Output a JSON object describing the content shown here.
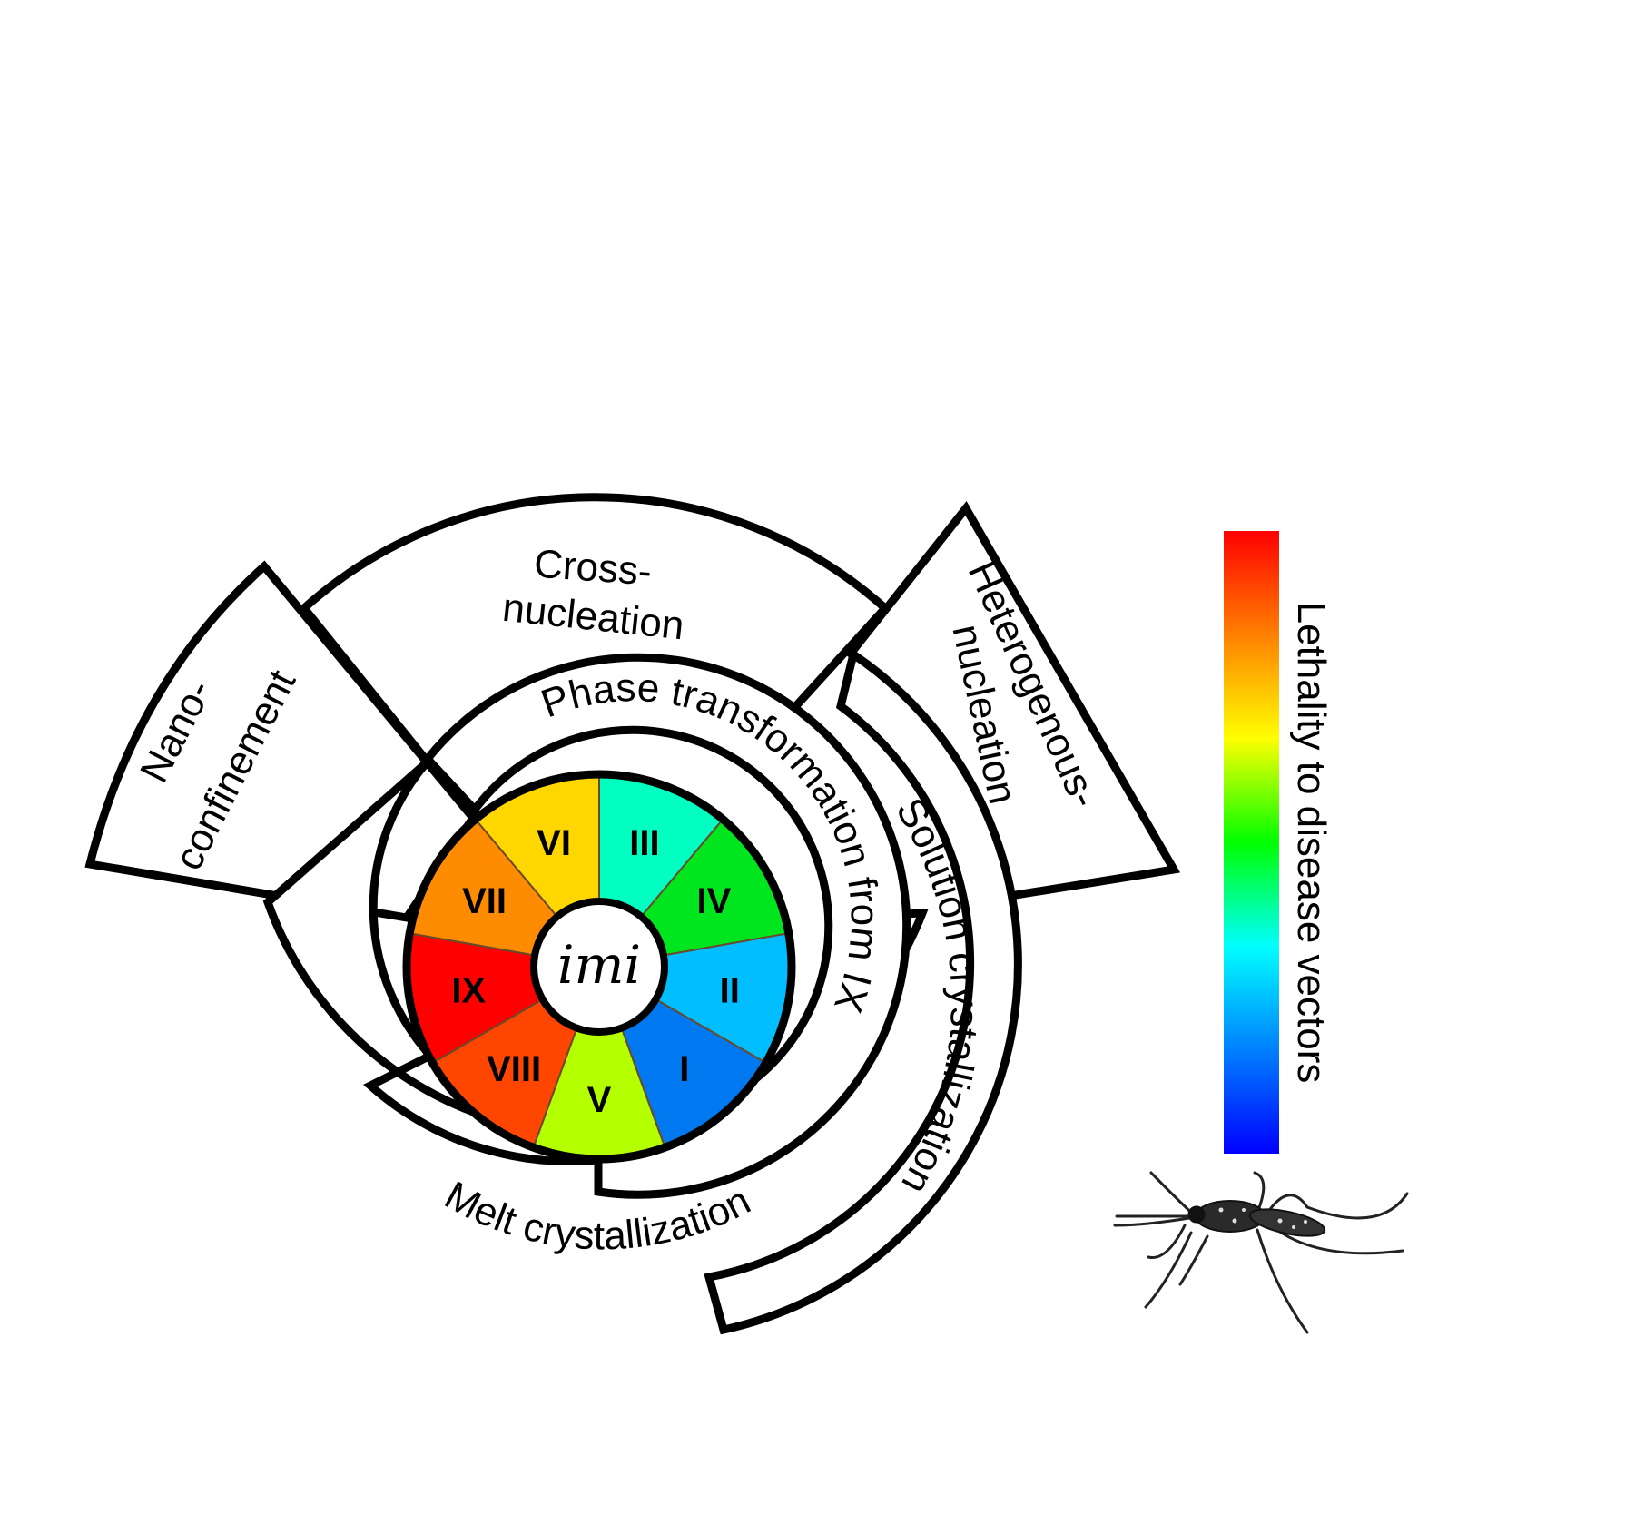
{
  "center_logo": "imi",
  "wheel_segments": [
    {
      "label": "III",
      "color": "#00ffc0"
    },
    {
      "label": "IV",
      "color": "#00e61e"
    },
    {
      "label": "II",
      "color": "#00beff"
    },
    {
      "label": "I",
      "color": "#0078f0"
    },
    {
      "label": "V",
      "color": "#b4ff00"
    },
    {
      "label": "VIII",
      "color": "#ff4600"
    },
    {
      "label": "IX",
      "color": "#ff0000"
    },
    {
      "label": "VII",
      "color": "#ff8c00"
    },
    {
      "label": "VI",
      "color": "#ffd700"
    }
  ],
  "bands": {
    "phase_transformation": "Phase transformation from IX",
    "melt_crystallization": "Melt crystallization",
    "solution_crystallization": "Solution crystallization",
    "cross_nucleation_1": "Cross-",
    "cross_nucleation_2": "nucleation",
    "nano_confinement_1": "Nano-",
    "nano_confinement_2": "confinement",
    "heterogeneous_1": "Heterogenous-",
    "heterogeneous_2": "nucleation"
  },
  "colorbar": {
    "label": "Lethality to disease vectors",
    "stops": [
      "#ff0000",
      "#ff8000",
      "#ffff00",
      "#00ff00",
      "#00ffff",
      "#0080ff",
      "#0000ff"
    ]
  },
  "mosquito_icon": "mosquito-icon"
}
